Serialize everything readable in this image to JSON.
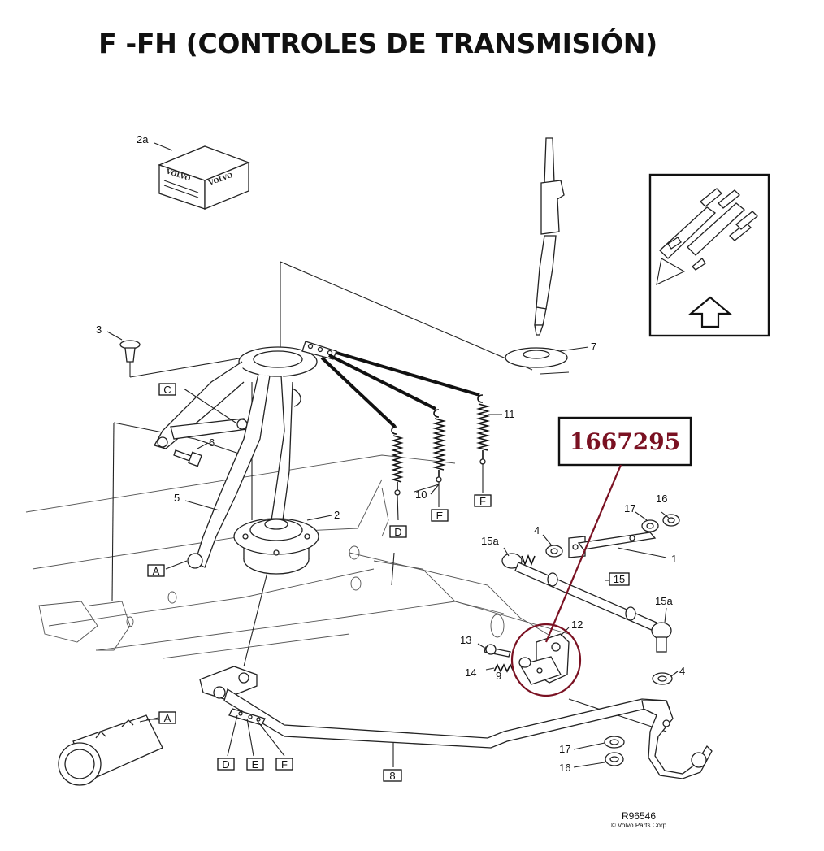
{
  "title": "F -FH (CONTROLES DE TRANSMISIÓN)",
  "highlight": {
    "part_number": "1667295",
    "color": "#7a1122"
  },
  "labels": {
    "l2a": "2a",
    "l3": "3",
    "l6": "6",
    "l5": "5",
    "l2": "2",
    "l7": "7",
    "l10": "10",
    "l11": "11",
    "l16a": "16",
    "l17a": "17",
    "l15a_left": "15a",
    "l4a": "4",
    "l1": "1",
    "l15": "15",
    "l15a_right": "15a",
    "l12": "12",
    "l13": "13",
    "l14": "14",
    "l9": "9",
    "l4b": "4",
    "l17b": "17",
    "l16b": "16",
    "l8": "8"
  },
  "box_labels": {
    "C": "C",
    "A_upper": "A",
    "D_upper": "D",
    "E_upper": "E",
    "F_upper": "F",
    "A_lower": "A",
    "D_lower": "D",
    "E_lower": "E",
    "F_lower": "F"
  },
  "logo_text": "VOLVO",
  "reference": "R96546",
  "copyright": "© Volvo Parts Corp",
  "icons": [
    "shift-pattern-icon",
    "up-arrow-icon"
  ]
}
